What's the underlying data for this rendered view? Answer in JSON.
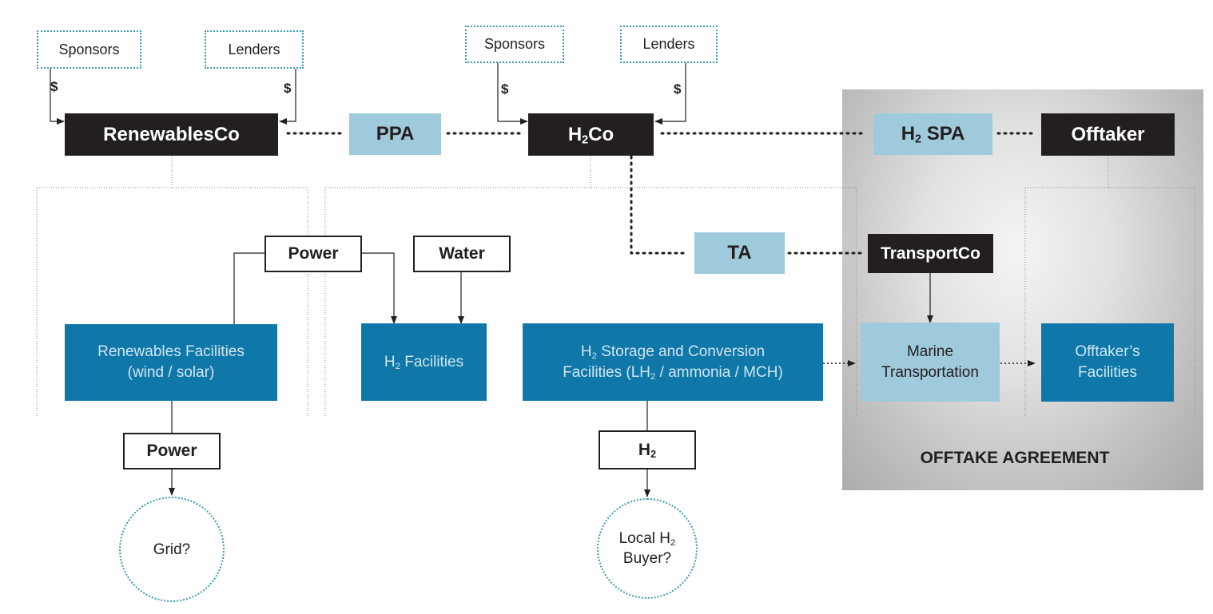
{
  "nodes": {
    "sponsors_left": "Sponsors",
    "lenders_left": "Lenders",
    "sponsors_mid": "Sponsors",
    "lenders_mid": "Lenders",
    "dollar": "$",
    "renewablesco": "RenewablesCo",
    "ppa": "PPA",
    "h2co_prefix": "H",
    "h2co_sub": "2",
    "h2co_suffix": "Co",
    "h2spa_prefix": "H",
    "h2spa_sub": "2",
    "h2spa_suffix": " SPA",
    "offtaker": "Offtaker",
    "power_top": "Power",
    "water": "Water",
    "ta": "TA",
    "transportco": "TransportCo",
    "renewables_facilities_line1": "Renewables Facilities",
    "renewables_facilities_line2": "(wind / solar)",
    "h2_facilities_prefix": "H",
    "h2_facilities_sub": "2",
    "h2_facilities_suffix": " Facilities",
    "storage_line1_prefix": "H",
    "storage_line1_sub": "2",
    "storage_line1_suffix": " Storage and Conversion",
    "storage_line2_prefix": "Facilities (LH",
    "storage_line2_sub": "2",
    "storage_line2_suffix": " / ammonia / MCH)",
    "marine_line1": "Marine",
    "marine_line2": "Transportation",
    "offtaker_facilities_line1": "Offtaker’s",
    "offtaker_facilities_line2": "Facilities",
    "power_bottom": "Power",
    "h2_label_prefix": "H",
    "h2_label_sub": "2",
    "grid": "Grid?",
    "local_buyer_line1_prefix": "Local H",
    "local_buyer_line1_sub": "2",
    "local_buyer_line2": "Buyer?"
  },
  "region": {
    "label": "OFFTAKE AGREEMENT"
  },
  "colors": {
    "dark_box": "#231f20",
    "light_box": "#9fcadb",
    "teal_box": "#1077a9",
    "dotted_border": "#3a9cb3",
    "region_gray": "#bdbdbd"
  }
}
